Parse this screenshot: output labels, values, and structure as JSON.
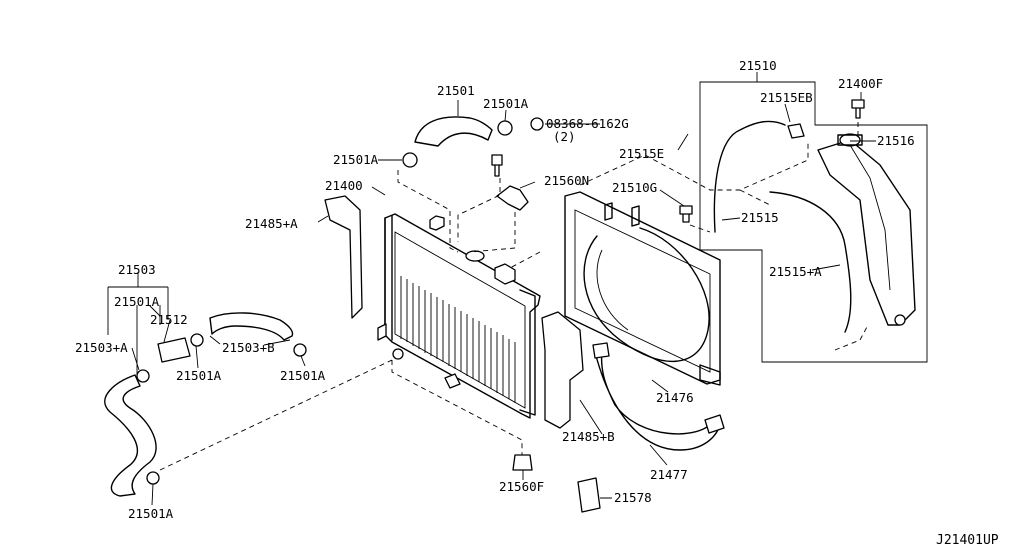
{
  "diagram": {
    "code": "J21401UP",
    "labels": {
      "p21510": "21510",
      "p21400F": "21400F",
      "p21501": "21501",
      "p21501A_top": "21501A",
      "p08368": "08368-6162G",
      "p08368_qty": "(2)",
      "p21515EB": "21515EB",
      "p21516": "21516",
      "p21501A_mid": "21501A",
      "p21515E": "21515E",
      "p21400": "21400",
      "p21560N": "21560N",
      "p21510G": "21510G",
      "p21485A": "21485+A",
      "p21515": "21515",
      "p21503": "21503",
      "p21515A": "21515+A",
      "p21501A_left": "21501A",
      "p21512": "21512",
      "p21503A": "21503+A",
      "p21503B": "21503+B",
      "p21501A_l2": "21501A",
      "p21501A_l3": "21501A",
      "p21476": "21476",
      "p21485B": "21485+B",
      "p21477": "21477",
      "p21560F": "21560F",
      "p21578": "21578",
      "p21501A_bottom": "21501A"
    }
  }
}
